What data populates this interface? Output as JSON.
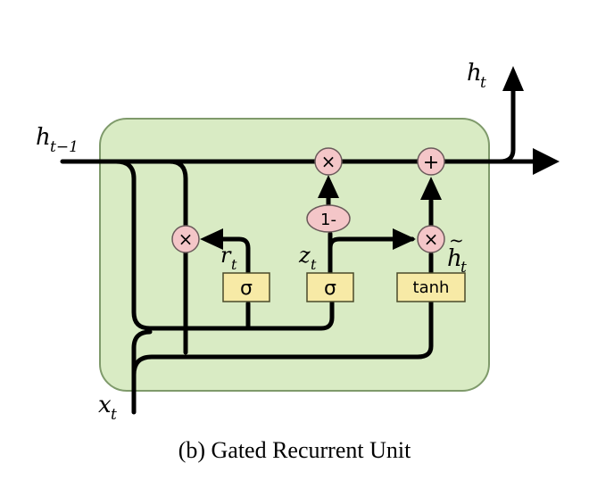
{
  "diagram": {
    "caption": "(b) Gated Recurrent Unit",
    "labels": {
      "h_out": {
        "main": "h",
        "sub": "t"
      },
      "h_prev": {
        "main": "h",
        "sub": "t−1"
      },
      "x_in": {
        "main": "x",
        "sub": "t"
      },
      "r_gate": {
        "main": "r",
        "sub": "t"
      },
      "z_gate": {
        "main": "z",
        "sub": "t"
      },
      "h_tilde": {
        "main": "h",
        "accent": "~",
        "sub": "t"
      }
    },
    "gates": {
      "reset_sigma": "σ",
      "update_sigma": "σ",
      "candidate_tanh": "tanh"
    },
    "operations": {
      "multiply_reset": "×",
      "multiply_top": "×",
      "add_top": "+",
      "multiply_candidate": "×",
      "one_minus": "1-"
    },
    "colors": {
      "cell_fill": "#d9ebc4",
      "cell_stroke": "#7f9a6b",
      "gate_fill": "#f7eaa6",
      "gate_stroke": "#4a4a2a",
      "op_fill": "#f4c6c8",
      "op_stroke": "#6a5a5a",
      "line": "#000000"
    }
  }
}
